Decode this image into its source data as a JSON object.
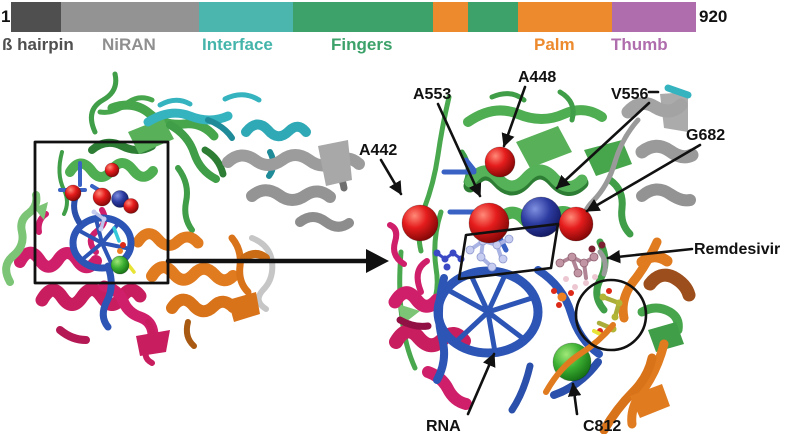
{
  "domain_bar": {
    "start_residue": "1",
    "end_residue": "920",
    "segments": [
      {
        "name": "beta-hairpin",
        "color": "#4f4f4f"
      },
      {
        "name": "NiRAN",
        "color": "#939393"
      },
      {
        "name": "Interface",
        "color": "#4bb6ad"
      },
      {
        "name": "Fingers",
        "color": "#3ca26a"
      },
      {
        "name": "Palm-insert",
        "color": "#ed8a2d"
      },
      {
        "name": "Fingers-continued",
        "color": "#3ca26a"
      },
      {
        "name": "Palm",
        "color": "#ed8a2d"
      },
      {
        "name": "Thumb",
        "color": "#b06dad"
      }
    ],
    "labels": [
      {
        "text": "ß hairpin",
        "color": "#4f4f4f"
      },
      {
        "text": "NiRAN",
        "color": "#8f8f8f"
      },
      {
        "text": "Interface",
        "color": "#45b5ab"
      },
      {
        "text": "Fingers",
        "color": "#3ca26a"
      },
      {
        "text": "Palm",
        "color": "#ed8a2d"
      },
      {
        "text": "Thumb",
        "color": "#b06dad"
      }
    ]
  },
  "annotations": {
    "a442": "A442",
    "a448": "A448",
    "a553": "A553",
    "v556": "V556",
    "g682": "G682",
    "c812": "C812",
    "remdesivir": "Remdesivir",
    "rna": "RNA"
  },
  "colors": {
    "residue_sphere_red": "#e51c1c",
    "residue_sphere_blue": "#2c3ba0",
    "residue_sphere_green": "#3cb032",
    "rna_backbone_blue": "#2d55b5",
    "fingers_green": "#4fae52",
    "interface_cyan": "#35b3bf",
    "niran_gray": "#9c9c9c",
    "palm_orange": "#e07b1f",
    "thumb_magenta": "#d01f6a",
    "remdesivir_ligand_pink": "#c295a4",
    "incorporated_ligand_lavender": "#c6cdf0",
    "annotation_black": "#111111"
  }
}
